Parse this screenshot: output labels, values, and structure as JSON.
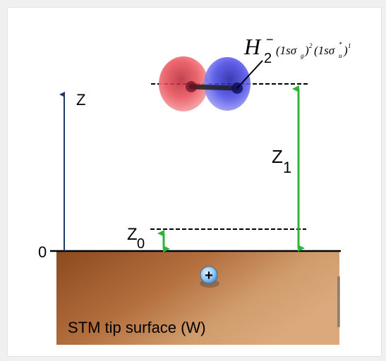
{
  "diagram": {
    "axis_label": "Z",
    "origin_label": "0",
    "z0_main": "Z",
    "z0_sub": "0",
    "z1_main": "Z",
    "z1_sub": "1",
    "molecule": {
      "formula_main": "H",
      "formula_sub": "2",
      "formula_charge": "−",
      "config1_open": "(1sσ",
      "config1_sub": "g",
      "config1_close": ")",
      "config1_sup": "2",
      "config2_open": "(1sσ",
      "config2_sub": "u",
      "config2_star": "*",
      "config2_close": ")",
      "config2_sup": "1"
    },
    "surface_label": "STM tip surface (W)",
    "ion_symbol": "+",
    "colors": {
      "lobe_left": "#e8505a",
      "lobe_right": "#4a4ae6",
      "arrow_green": "#2db53a",
      "axis_arrow": "#1f3b66",
      "surface_dark": "#8b4a1e",
      "surface_light": "#d9a679"
    }
  }
}
